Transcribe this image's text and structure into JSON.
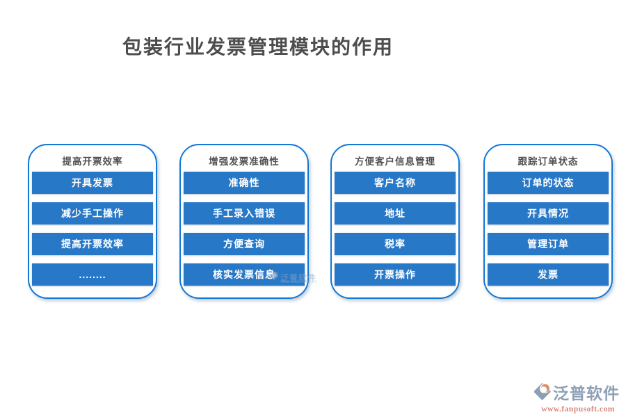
{
  "title": "包装行业发票管理模块的作用",
  "colors": {
    "button_blue": "#2878C8",
    "card_border_blue": "#1377D6",
    "title_gray": "#4D4D4D",
    "card_header_gray": "#515151",
    "logo_text_blue_gray": "#8EA0B5",
    "logo_url_salmon": "#D9857A",
    "logo_icon_orange": "#E08A63"
  },
  "cards": [
    {
      "header": "提高开票效率",
      "items": [
        "开具发票",
        "减少手工操作",
        "提高开票效率",
        "........"
      ]
    },
    {
      "header": "增强发票准确性",
      "items": [
        "准确性",
        "手工录入错误",
        "方便查询",
        "核实发票信息"
      ]
    },
    {
      "header": "方便客户信息管理",
      "items": [
        "客户名称",
        "地址",
        "税率",
        "开票操作"
      ]
    },
    {
      "header": "跟踪订单状态",
      "items": [
        "订单的状态",
        "开具情况",
        "管理订单",
        "发票"
      ]
    }
  ],
  "watermark": {
    "text": "泛普软件",
    "url": "www.fanpusoft.com"
  },
  "footer_logo": {
    "name": "泛普软件",
    "url": "www.fanpusoft.com"
  }
}
